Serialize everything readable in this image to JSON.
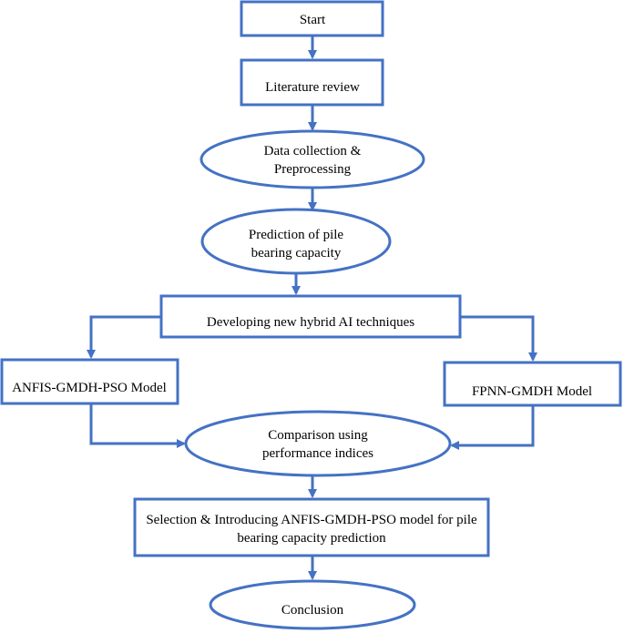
{
  "nodes": {
    "start": {
      "label": "Start"
    },
    "literature": {
      "label": "Literature review"
    },
    "data_collection": {
      "line1": "Data collection &",
      "line2": "Preprocessing"
    },
    "prediction": {
      "line1": "Prediction of pile",
      "line2": "bearing capacity"
    },
    "developing": {
      "label": "Developing new hybrid AI techniques"
    },
    "anfis": {
      "label": "ANFIS-GMDH-PSO Model"
    },
    "fpnn": {
      "label": "FPNN-GMDH Model"
    },
    "comparison": {
      "line1": "Comparison using",
      "line2": "performance indices"
    },
    "selection": {
      "line1": "Selection & Introducing ANFIS-GMDH-PSO model for pile",
      "line2": "bearing capacity prediction"
    },
    "conclusion": {
      "label": "Conclusion"
    }
  },
  "style": {
    "stroke": "#4472C4",
    "text": "#000000"
  }
}
